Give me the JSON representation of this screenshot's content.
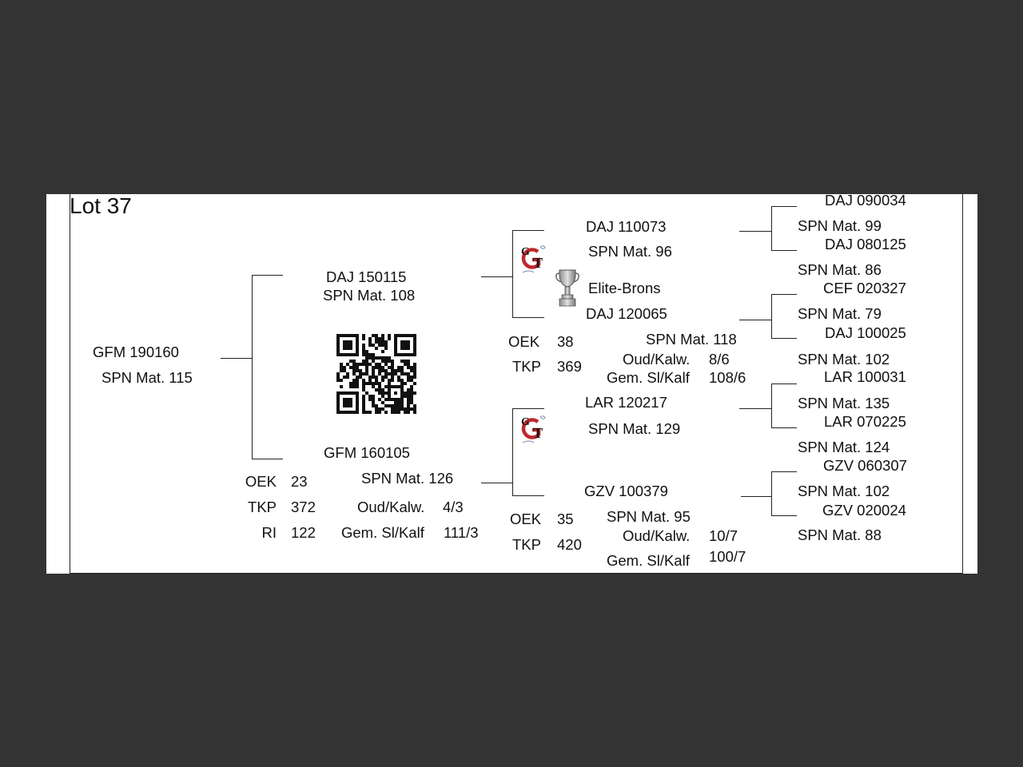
{
  "lot_title": "Lot 37",
  "subject": {
    "id": "GFM 190160",
    "mat": "SPN Mat. 115"
  },
  "sire": {
    "id": "DAJ 150115",
    "mat": "SPN Mat. 108",
    "sire": {
      "id": "DAJ 110073",
      "mat": "SPN Mat. 96",
      "sire": {
        "id": "DAJ 090034",
        "mat": "SPN Mat. 99"
      },
      "dam": {
        "id": "DAJ 080125",
        "mat": "SPN Mat. 86"
      }
    },
    "award": "Elite-Brons",
    "dam": {
      "id": "DAJ 120065",
      "mat": "SPN Mat. 118",
      "oud_label": "Oud/Kalw.",
      "oud_value": "8/6",
      "gem_label": "Gem. Sl/Kalf",
      "gem_value": "108/6",
      "sire": {
        "id": "CEF 020327",
        "mat": "SPN Mat. 79"
      },
      "dam": {
        "id": "DAJ 100025",
        "mat": "SPN Mat. 102"
      }
    },
    "stats": [
      {
        "label": "OEK",
        "value": "38"
      },
      {
        "label": "TKP",
        "value": "369"
      }
    ]
  },
  "dam": {
    "id": "GFM 160105",
    "mat": "SPN Mat. 126",
    "oud_label": "Oud/Kalw.",
    "oud_value": "4/3",
    "gem_label": "Gem. Sl/Kalf",
    "gem_value": "111/3",
    "stats": [
      {
        "label": "OEK",
        "value": "23"
      },
      {
        "label": "TKP",
        "value": "372"
      },
      {
        "label": "RI",
        "value": "122"
      }
    ],
    "sire": {
      "id": "LAR 120217",
      "mat": "SPN Mat. 129",
      "sire": {
        "id": "LAR 100031",
        "mat": "SPN Mat. 135"
      },
      "dam": {
        "id": "LAR 070225",
        "mat": "SPN Mat. 124"
      }
    },
    "dam": {
      "id": "GZV 100379",
      "mat": "SPN Mat. 95",
      "oud_label": "Oud/Kalw.",
      "oud_value": "10/7",
      "gem_label": "Gem. Sl/Kalf",
      "gem_value": "100/7",
      "sire": {
        "id": "GZV 060307",
        "mat": "SPN Mat. 102"
      },
      "dam": {
        "id": "GZV 020024",
        "mat": "SPN Mat. 88"
      }
    },
    "side_stats": [
      {
        "label": "OEK",
        "value": "35"
      },
      {
        "label": "TKP",
        "value": "420"
      }
    ]
  },
  "icons": {
    "breeder_logo": "gt-logo-icon",
    "award": "trophy-icon",
    "qr": "qr-code"
  },
  "colors": {
    "logo_red": "#c0282d",
    "background": "#333333",
    "sheet": "#ffffff"
  }
}
